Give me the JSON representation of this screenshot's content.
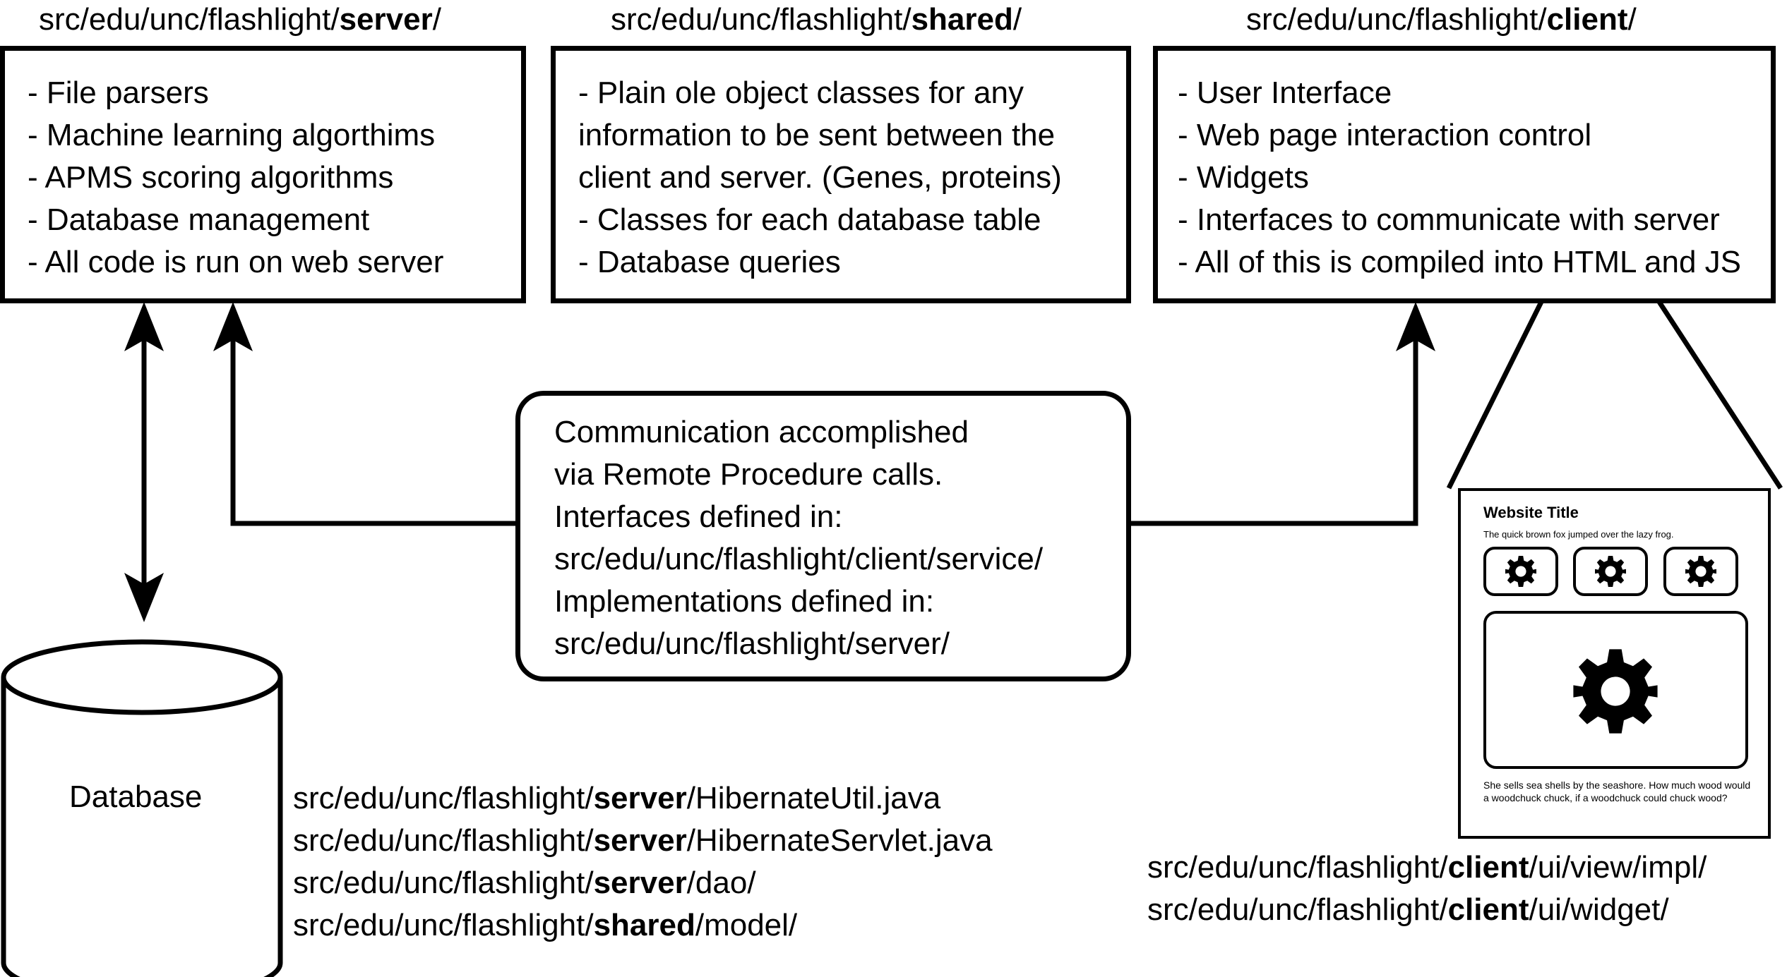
{
  "headers": {
    "server": {
      "prefix": "src/edu/unc/flashlight/",
      "bold": "server",
      "suffix": "/"
    },
    "shared": {
      "prefix": "src/edu/unc/flashlight/",
      "bold": "shared",
      "suffix": "/"
    },
    "client": {
      "prefix": "src/edu/unc/flashlight/",
      "bold": "client",
      "suffix": "/"
    }
  },
  "server_box": {
    "items": [
      "- File parsers",
      "- Machine learning algorthims",
      "- APMS scoring algorithms",
      "- Database management",
      "- All code is run on web server"
    ]
  },
  "shared_box": {
    "items": [
      "- Plain ole object classes for any",
      "information to be sent between the",
      "client and server. (Genes,  proteins)",
      "- Classes for each database table",
      "- Database queries"
    ]
  },
  "client_box": {
    "items": [
      "- User Interface",
      "- Web page interaction control",
      "- Widgets",
      "- Interfaces to communicate with server",
      "- All of this is compiled into HTML and JS"
    ]
  },
  "rpc_box": {
    "lines": [
      "Communication accomplished",
      "via Remote Procedure calls.",
      "Interfaces defined in:",
      "src/edu/unc/flashlight/client/service/",
      "Implementations defined in:",
      "src/edu/unc/flashlight/server/"
    ]
  },
  "database": {
    "label": "Database"
  },
  "server_paths": [
    {
      "prefix": "src/edu/unc/flashlight/",
      "bold": "server",
      "suffix": "/HibernateUtil.java"
    },
    {
      "prefix": "src/edu/unc/flashlight/",
      "bold": "server",
      "suffix": "/HibernateServlet.java"
    },
    {
      "prefix": "src/edu/unc/flashlight/",
      "bold": "server",
      "suffix": "/dao/"
    },
    {
      "prefix": "src/edu/unc/flashlight/",
      "bold": "shared",
      "suffix": "/model/"
    }
  ],
  "client_paths": [
    {
      "prefix": "src/edu/unc/flashlight/",
      "bold": "client",
      "suffix": "/ui/view/impl/"
    },
    {
      "prefix": "src/edu/unc/flashlight/",
      "bold": "client",
      "suffix": "/ui/widget/"
    }
  ],
  "website_mockup": {
    "title": "Website Title",
    "subtitle": "The quick brown fox jumped over the lazy frog.",
    "footer": "She sells sea shells by the seashore. How much wood would a woodchuck chuck, if a woodchuck could chuck wood?",
    "icons": [
      "gear-icon",
      "gear-icon",
      "gear-icon",
      "gear-icon"
    ]
  }
}
